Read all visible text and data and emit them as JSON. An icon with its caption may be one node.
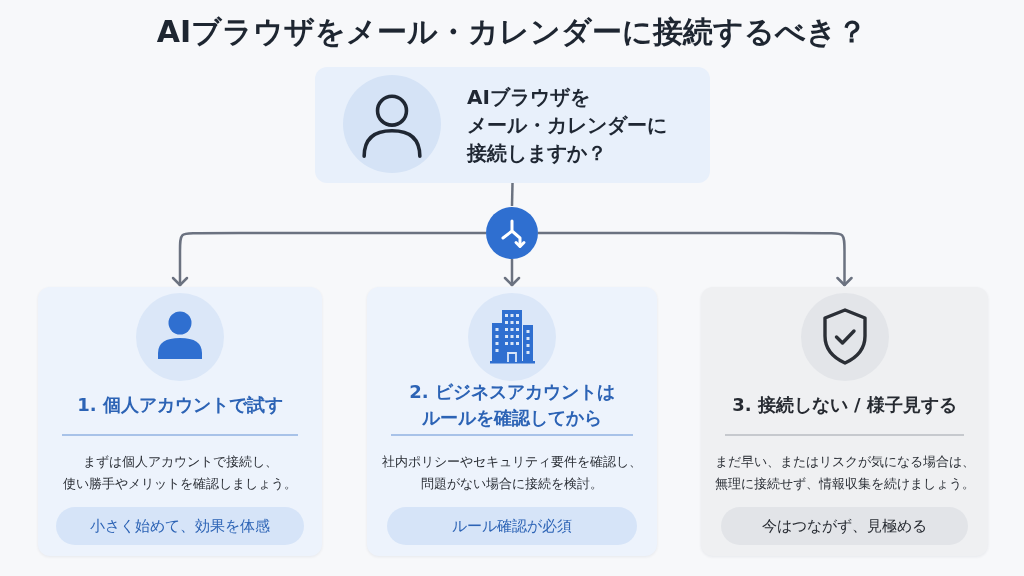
{
  "diagram": {
    "title": "AIブラウザをメール・カレンダーに接続するべき？",
    "nodes": [
      {
        "text": [
          "AIブラウザをメール・カレンダーに接続しますか？"
        ]
      },
      {
        "text": [],
        "shape": "circle"
      },
      {
        "text": [
          "1. 個人アカウントで試す",
          "まずは個人アカウントで接続し、使い勝手やメリットを確認しましょう。"
        ]
      },
      {
        "text": [
          "小さく始めて、効果を体感"
        ],
        "in": 2
      },
      {
        "text": [
          "2. ビジネスアカウントはルールを確認してから",
          "社内ポリシーやセキュリティ要件を確認し、問題がない場合に接続を検討。"
        ]
      },
      {
        "text": [
          "ルール確認が必須"
        ],
        "in": 4
      },
      {
        "text": [
          "3. 接続しない / 様子見する",
          "まだ早い、またはリスクが気になる場合は、無理に接続せず、情報収集を続けましょう。"
        ]
      },
      {
        "text": [
          "今はつながず、見極める"
        ],
        "in": 6
      }
    ],
    "edges": [
      {
        "from": 0,
        "to": 1,
        "arrow": "none"
      },
      {
        "from": 1,
        "to": 2,
        "arrow": "to"
      },
      {
        "from": 1,
        "to": 4,
        "arrow": "to"
      },
      {
        "from": 1,
        "to": 6,
        "arrow": "to"
      }
    ]
  }
}
